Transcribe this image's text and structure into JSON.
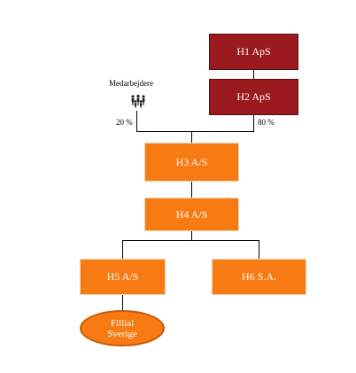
{
  "colors": {
    "owner_box": "#9b1a1e",
    "company_box": "#f77a12",
    "branch_ellipse": "#f77a12",
    "connector": "#000000"
  },
  "nodes": {
    "h1": "H1 ApS",
    "h2": "H2 ApS",
    "h3": "H3 A/S",
    "h4": "H4 A/S",
    "h5": "H5 A/S",
    "h6": "H6 S.A.",
    "branch_line1": "Fillial",
    "branch_line2": "Sverige"
  },
  "employees": {
    "label": "Medarbejdere",
    "icon": "people-icon"
  },
  "ownership": {
    "employees_share": "20 %",
    "h2_share": "80 %"
  }
}
